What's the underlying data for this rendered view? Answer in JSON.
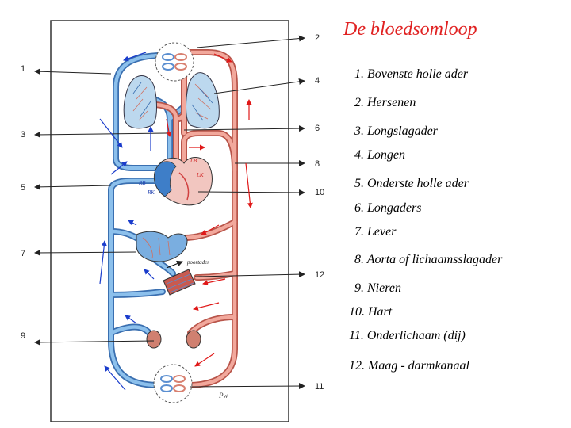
{
  "title": "De  bloedsomloop",
  "legend": [
    "1. Bovenste holle ader",
    "2. Hersenen",
    "3. Longslagader",
    "4. Longen",
    "5. Onderste holle ader",
    "6. Longaders",
    "7. Lever",
    "8. Aorta of lichaamsslagader",
    "9. Nieren",
    "10. Hart",
    "11. Onderlichaam (dij)",
    "12. Maag - darmkanaal"
  ],
  "diagram": {
    "numbers": [
      "1",
      "2",
      "3",
      "4",
      "5",
      "6",
      "7",
      "8",
      "9",
      "10",
      "11",
      "12"
    ],
    "heart_labels": {
      "lb": "LB",
      "lk": "LK",
      "rb": "RB",
      "rk": "RK"
    },
    "poortader": "poortader",
    "signature": "Pw"
  },
  "colors": {
    "title": "#e02020",
    "artery": "#e07a6c",
    "vein": "#5a9fd8",
    "arrow_red": "#e01818",
    "arrow_blue": "#1a3ccc"
  }
}
